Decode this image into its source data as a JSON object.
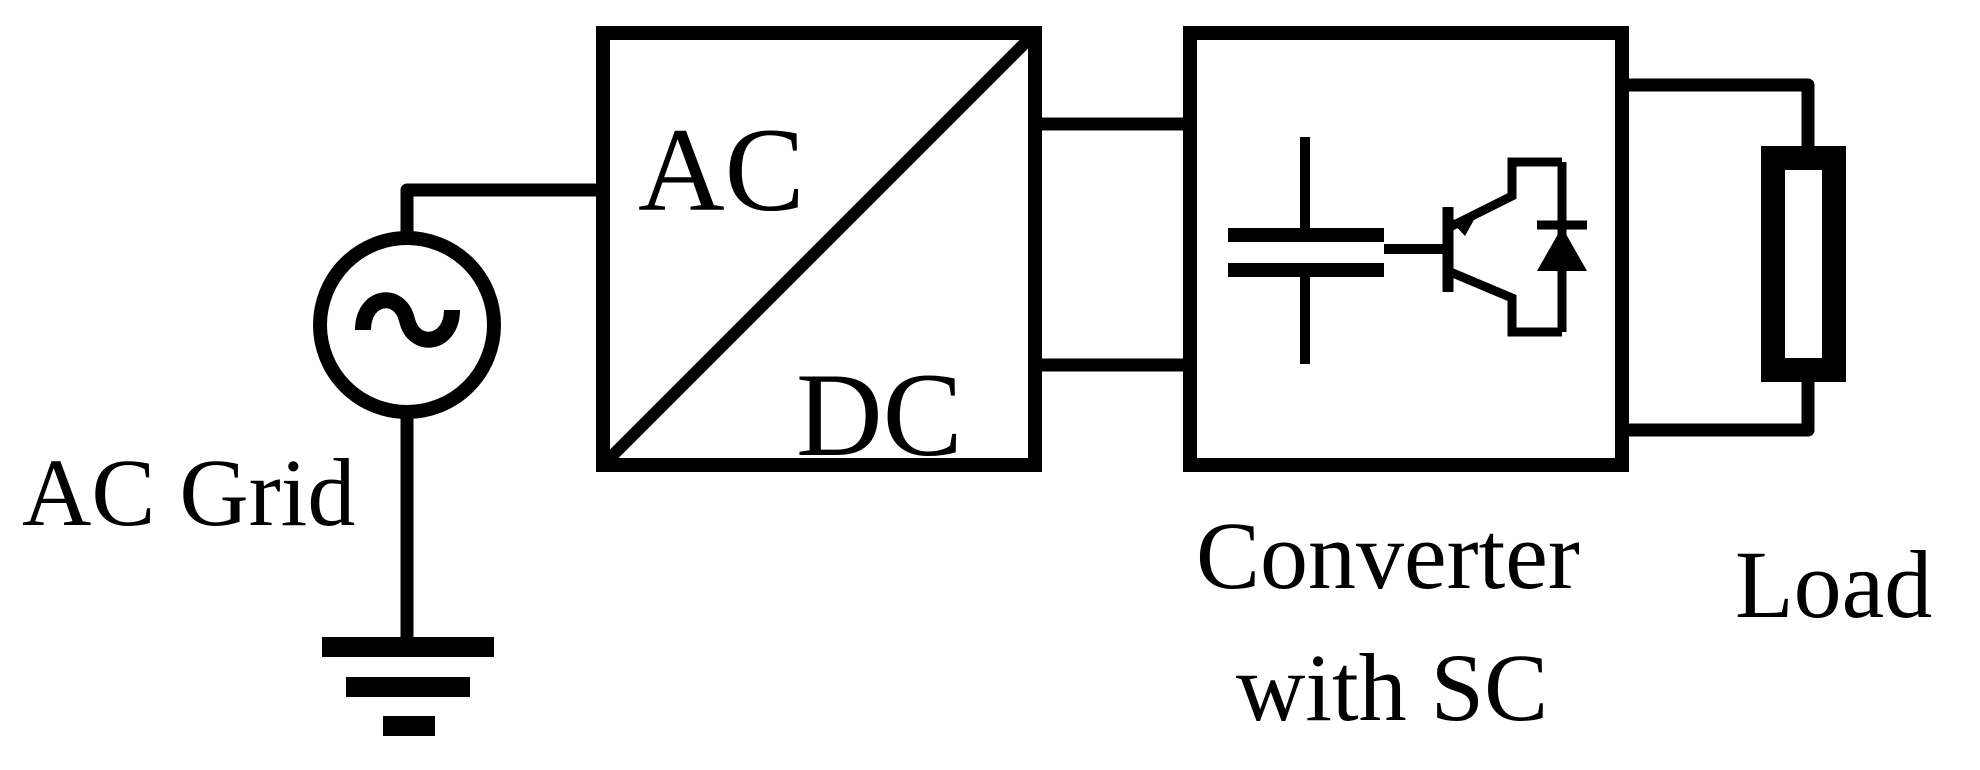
{
  "labels": {
    "ac_grid": "AC Grid",
    "rectifier_ac": "AC",
    "rectifier_dc": "DC",
    "converter_line1": "Converter",
    "converter_line2": "with SC",
    "load": "Load"
  },
  "icons": {
    "source": "ac-source-icon",
    "ground": "ground-icon",
    "capacitor": "capacitor-icon",
    "transistor": "igbt-icon",
    "diode": "diode-icon",
    "load": "resistor-icon"
  },
  "colors": {
    "stroke": "#000000",
    "background": "#ffffff"
  }
}
